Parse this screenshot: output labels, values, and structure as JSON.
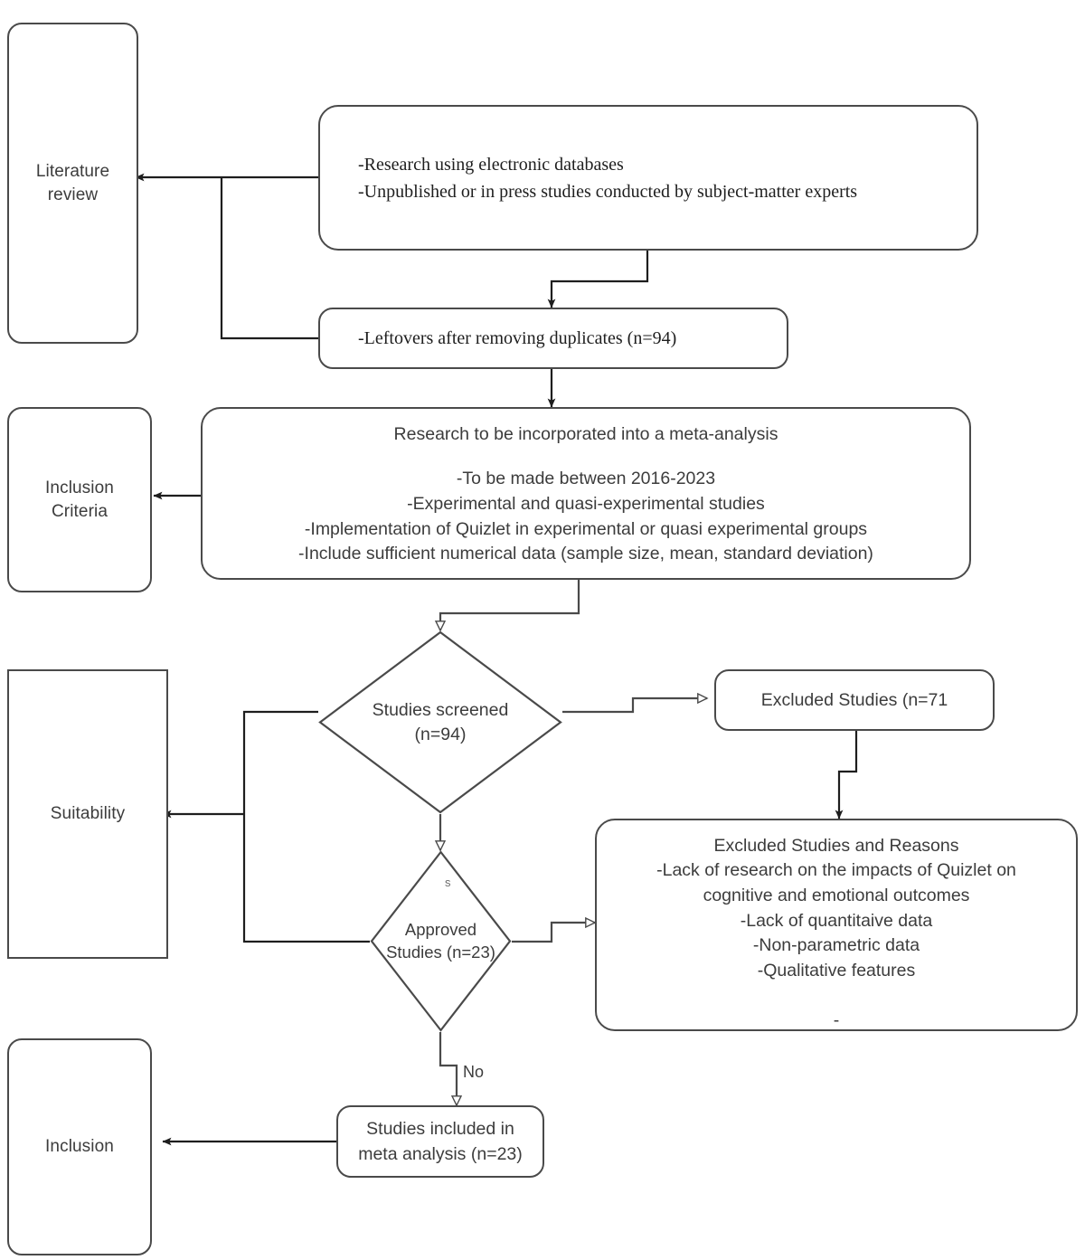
{
  "diagram": {
    "title": "PRISMA study selection flow diagram",
    "colors": {
      "stroke": "#4a4a4a",
      "stroke_dark": "#1e1e1e",
      "text": "#3c3c3c",
      "background": "#ffffff"
    },
    "stages": [
      {
        "id": "literature-review",
        "label": "Literature\nreview"
      },
      {
        "id": "inclusion-criteria",
        "label": "Inclusion\nCriteria"
      },
      {
        "id": "suitability",
        "label": "Suitability"
      },
      {
        "id": "inclusion",
        "label": "Inclusion"
      }
    ],
    "nodes": [
      {
        "id": "sources",
        "shape": "rounded-rect",
        "text": "-Research using electronic databases\n-Unpublished or in press studies conducted by subject-matter experts"
      },
      {
        "id": "duplicates",
        "shape": "rounded-rect",
        "text": "-Leftovers after removing duplicates (n=94)"
      },
      {
        "id": "meta-analysis-criteria",
        "shape": "rounded-rect",
        "title": "Research to be incorporated into a meta-analysis",
        "text": "-To be made between 2016-2023\n-Experimental and quasi-experimental studies\n-Implementation of Quizlet in experimental or quasi experimental groups\n-Include sufficient numerical data (sample size, mean, standard deviation)"
      },
      {
        "id": "studies-screened",
        "shape": "diamond",
        "text": "Studies screened\n(n=94)"
      },
      {
        "id": "approved-studies",
        "shape": "diamond",
        "text": "Approved\nStudies (n=23)"
      },
      {
        "id": "excluded-studies",
        "shape": "rounded-rect",
        "text": "Excluded Studies (n=71"
      },
      {
        "id": "excluded-reasons",
        "shape": "rounded-rect",
        "title": "Excluded Studies and Reasons",
        "text": "-Lack of research on the impacts of Quizlet on\ncognitive and emotional outcomes\n-Lack of quantitaive data\n-Non-parametric data\n-Qualitative features\n\n-"
      },
      {
        "id": "studies-included",
        "shape": "rounded-rect",
        "text": "Studies included in\nmeta analysis (n=23)"
      }
    ],
    "edge_labels": {
      "no": "No",
      "yes_partial": "s"
    }
  }
}
